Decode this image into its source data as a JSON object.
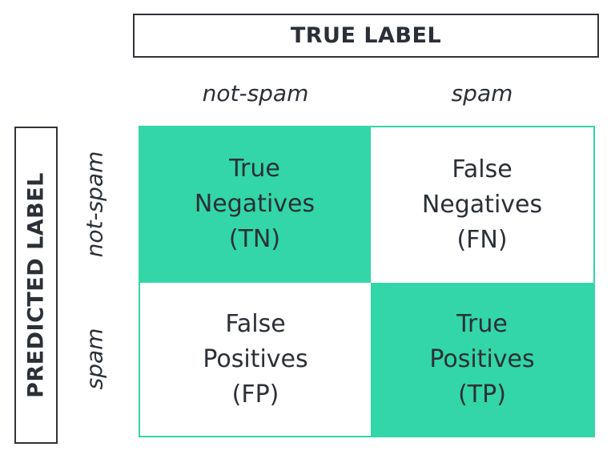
{
  "header": {
    "true_label": "TRUE LABEL"
  },
  "columns": [
    "not-spam",
    "spam"
  ],
  "side": {
    "predicted_label": "PREDICTED LABEL"
  },
  "rows": [
    "not-spam",
    "spam"
  ],
  "cells": {
    "tn": {
      "line1": "True",
      "line2": "Negatives",
      "line3": "(TN)"
    },
    "fn": {
      "line1": "False",
      "line2": "Negatives",
      "line3": "(FN)"
    },
    "fp": {
      "line1": "False",
      "line2": "Positives",
      "line3": "(FP)"
    },
    "tp": {
      "line1": "True",
      "line2": "Positives",
      "line3": "(TP)"
    }
  },
  "colors": {
    "accent": "#33d6a6",
    "text": "#2b2f36",
    "border": "#2f3238"
  }
}
